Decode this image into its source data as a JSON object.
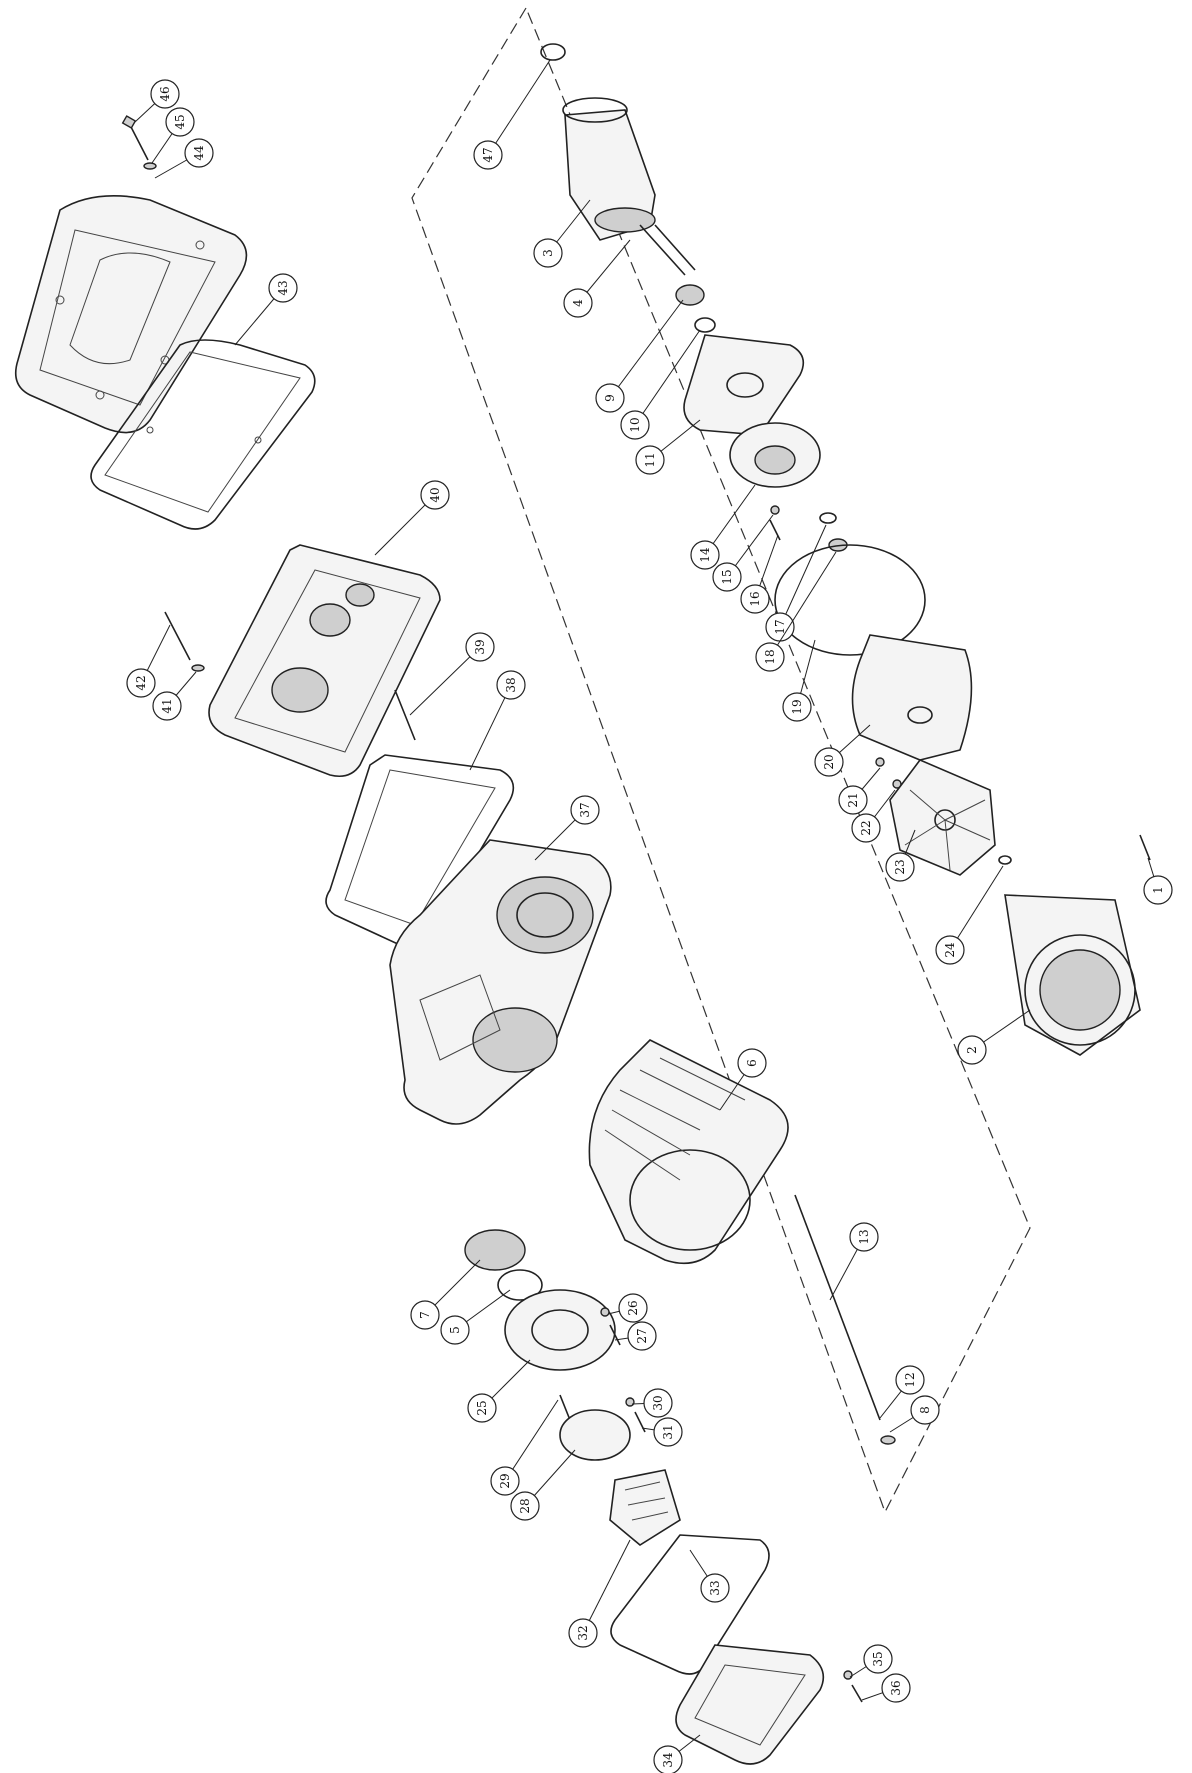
{
  "diagram": {
    "type": "exploded-parts-view",
    "part_numbers": [
      "1",
      "2",
      "3",
      "4",
      "5",
      "6",
      "7",
      "8",
      "9",
      "10",
      "11",
      "12",
      "13",
      "14",
      "15",
      "16",
      "17",
      "18",
      "19",
      "20",
      "21",
      "22",
      "23",
      "24",
      "25",
      "26",
      "27",
      "28",
      "29",
      "30",
      "31",
      "32",
      "33",
      "34",
      "35",
      "36",
      "37",
      "38",
      "39",
      "40",
      "41",
      "42",
      "43",
      "44",
      "45",
      "46",
      "47"
    ]
  }
}
